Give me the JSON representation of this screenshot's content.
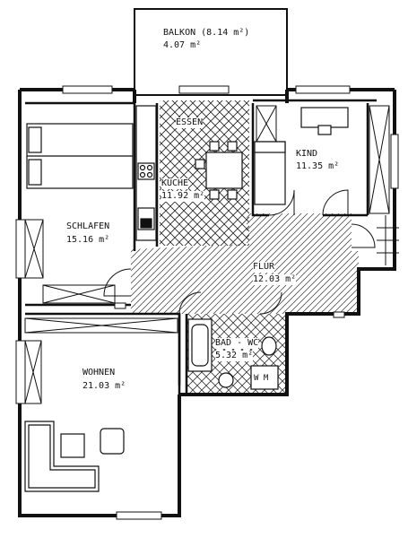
{
  "rooms": {
    "balkon": {
      "name": "BALKON (8.14 m²)",
      "area": "4.07 m²"
    },
    "essen": {
      "name": "ESSEN"
    },
    "kueche": {
      "name": "KÜCHE",
      "area": "11.92 m²"
    },
    "kind": {
      "name": "KIND",
      "area": "11.35 m²"
    },
    "schlafen": {
      "name": "SCHLAFEN",
      "area": "15.16 m²"
    },
    "flur": {
      "name": "FLUR",
      "area": "12.03 m²"
    },
    "bad": {
      "name": "BAD - WC",
      "area": "5.32 m²"
    },
    "wohnen": {
      "name": "WOHNEN",
      "area": "21.03 m²"
    }
  },
  "fixtures": {
    "washing_machine": "W M"
  }
}
